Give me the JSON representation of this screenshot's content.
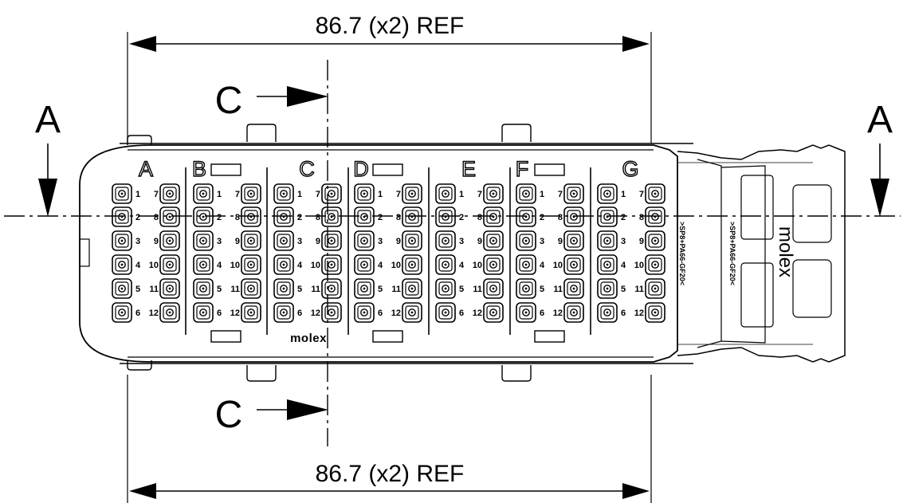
{
  "dimensions": {
    "top": "86.7 (x2) REF",
    "bottom": "86.7 (x2) REF"
  },
  "section_labels": {
    "a_left": "A",
    "a_right": "A",
    "c_top": "C",
    "c_bottom": "C"
  },
  "banks": [
    "A",
    "B",
    "C",
    "D",
    "E",
    "F",
    "G"
  ],
  "cavity_numbers": {
    "left_column": [
      "1",
      "2",
      "3",
      "4",
      "5",
      "6"
    ],
    "right_column": [
      "7",
      "8",
      "9",
      "10",
      "11",
      "12"
    ]
  },
  "logo_face": "molex",
  "logo_latch": "molex",
  "material_marking": ">SP8+PA66-GF20<",
  "colors": {
    "line": "#000000",
    "background": "#ffffff"
  }
}
